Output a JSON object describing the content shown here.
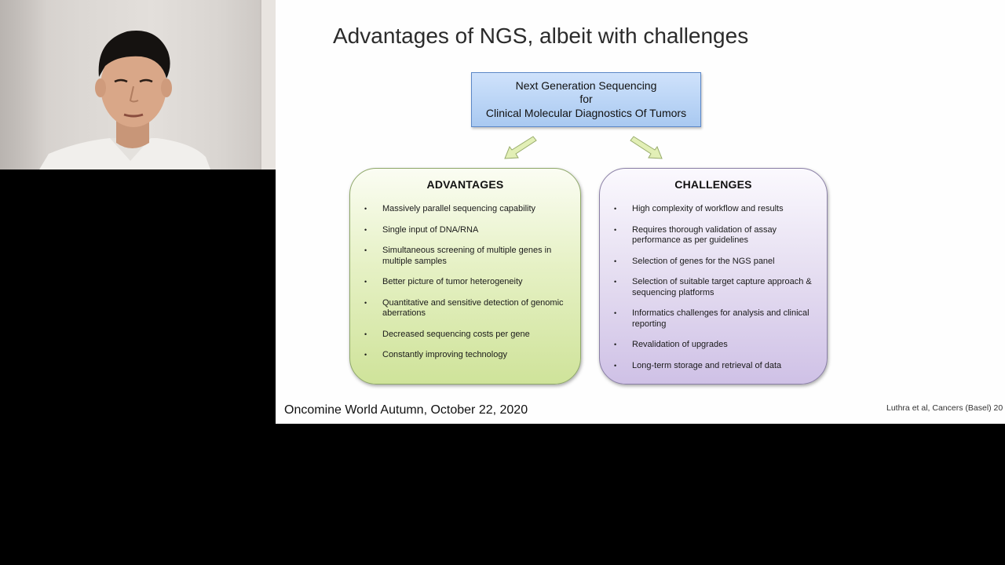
{
  "slide": {
    "title": "Advantages of NGS, albeit with challenges",
    "top_box": {
      "line1": "Next Generation Sequencing",
      "line2": "for",
      "line3": "Clinical Molecular Diagnostics Of Tumors"
    },
    "advantages": {
      "heading": "ADVANTAGES",
      "items": [
        "Massively parallel sequencing capability",
        "Single input of DNA/RNA",
        "Simultaneous screening of  multiple genes in multiple samples",
        "Better picture of  tumor heterogeneity",
        "Quantitative and sensitive detection of genomic aberrations",
        "Decreased sequencing costs per gene",
        "Constantly improving technology"
      ]
    },
    "challenges": {
      "heading": "CHALLENGES",
      "items": [
        "High complexity of workflow and results",
        "Requires thorough validation of assay performance as per guidelines",
        "Selection of genes for the NGS panel",
        "Selection of suitable target capture approach & sequencing platforms",
        "Informatics challenges for analysis and clinical reporting",
        "Revalidation of upgrades",
        "Long-term storage and retrieval of data"
      ]
    },
    "bullet": "•",
    "footer_left": "Oncomine World Autumn, October 22, 2020",
    "footer_right": "Luthra et al, Cancers (Basel) 20"
  },
  "colors": {
    "top_box": "#a9c9f1",
    "advantages_panel": "#cfe39a",
    "challenges_panel": "#cfc1e6",
    "arrow_fill": "#e2efb6"
  }
}
